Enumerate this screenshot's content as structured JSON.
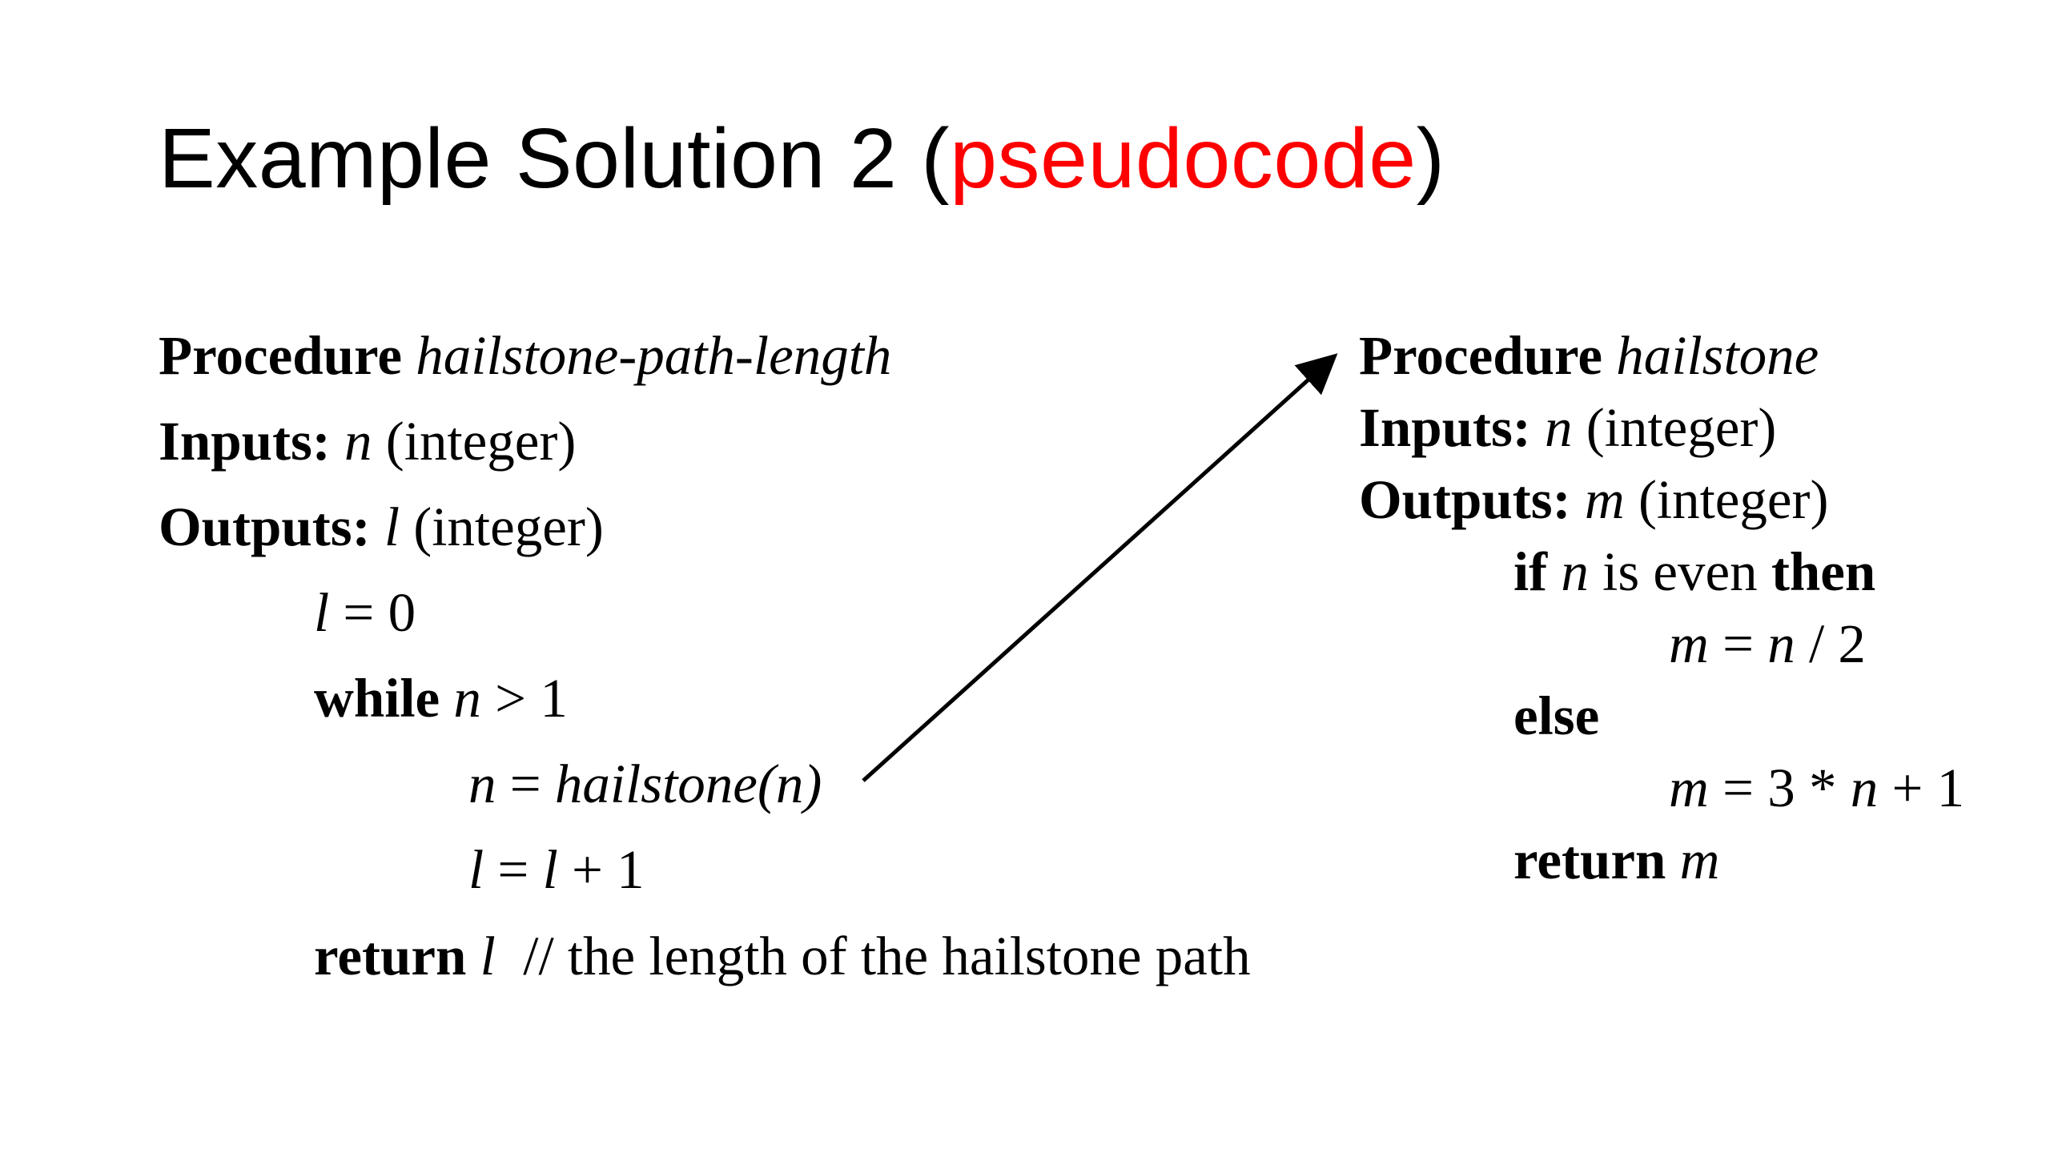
{
  "title": {
    "prefix": "Example Solution 2 (",
    "highlight": "pseudocode",
    "suffix": ")",
    "highlight_color": "#ff0000"
  },
  "left_procedure": {
    "kw_procedure": "Procedure",
    "name": "hailstone-path-length",
    "kw_inputs": "Inputs:",
    "input_var": "n",
    "input_type": "(integer)",
    "kw_outputs": "Outputs:",
    "output_var": "l",
    "output_type": "(integer)",
    "init_var": "l",
    "init_rest": "= 0",
    "kw_while": "while",
    "while_var": "n",
    "while_rest": "> 1",
    "assign_var": "n",
    "assign_eq": "=",
    "assign_call": "hailstone(n)",
    "inc_var": "l",
    "inc_eq": "=",
    "inc_var2": "l",
    "inc_rest": "+ 1",
    "kw_return": "return",
    "return_var": "l",
    "return_comment": "//  the length of the hailstone path"
  },
  "right_procedure": {
    "kw_procedure": "Procedure",
    "name": "hailstone",
    "kw_inputs": "Inputs:",
    "input_var": "n",
    "input_type": "(integer)",
    "kw_outputs": "Outputs:",
    "output_var": "m",
    "output_type": "(integer)",
    "kw_if": "if",
    "if_var": "n",
    "if_rest": "is even",
    "kw_then": "then",
    "even_var": "m",
    "even_eq": "=",
    "even_var2": "n",
    "even_rest": "/ 2",
    "kw_else": "else",
    "odd_var": "m",
    "odd_mid": "= 3 *",
    "odd_var2": "n",
    "odd_rest": "+ 1",
    "kw_return": "return",
    "return_var": "m"
  }
}
